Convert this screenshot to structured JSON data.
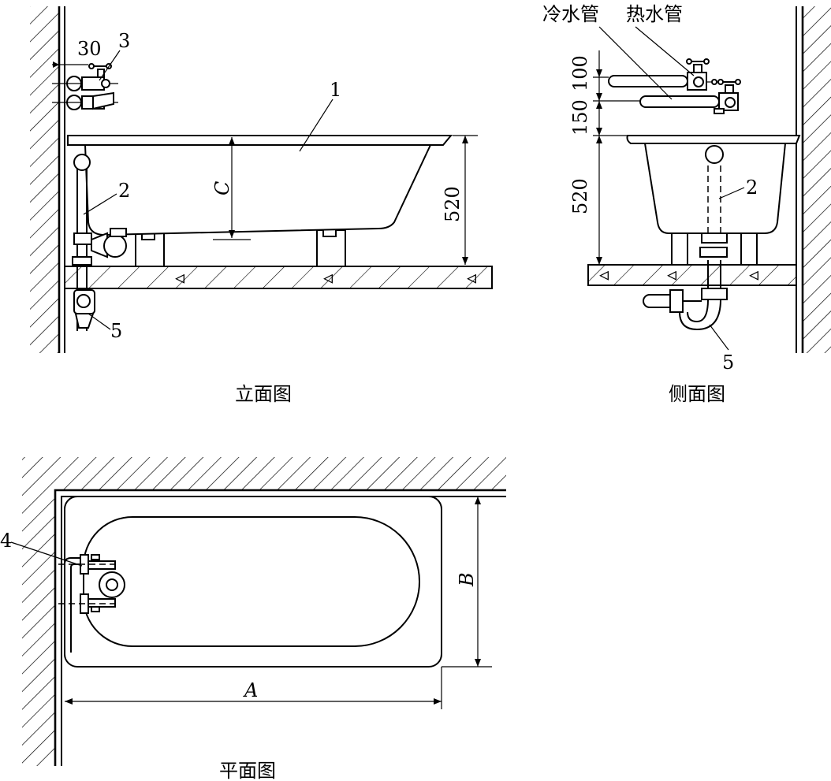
{
  "captions": {
    "elevation": "立面图",
    "side": "侧面图",
    "plan": "平面图"
  },
  "pipe_labels": {
    "cold": "冷水管",
    "hot": "热水管"
  },
  "parts": {
    "p1": "1",
    "p2": "2",
    "p3": "3",
    "p4": "4",
    "p5": "5"
  },
  "dimensions": {
    "wall_offset": "30",
    "rim_height": "520",
    "depth_symbol": "C",
    "hot_spacing": "100",
    "cold_spacing": "150",
    "length_symbol": "A",
    "width_symbol": "B"
  }
}
